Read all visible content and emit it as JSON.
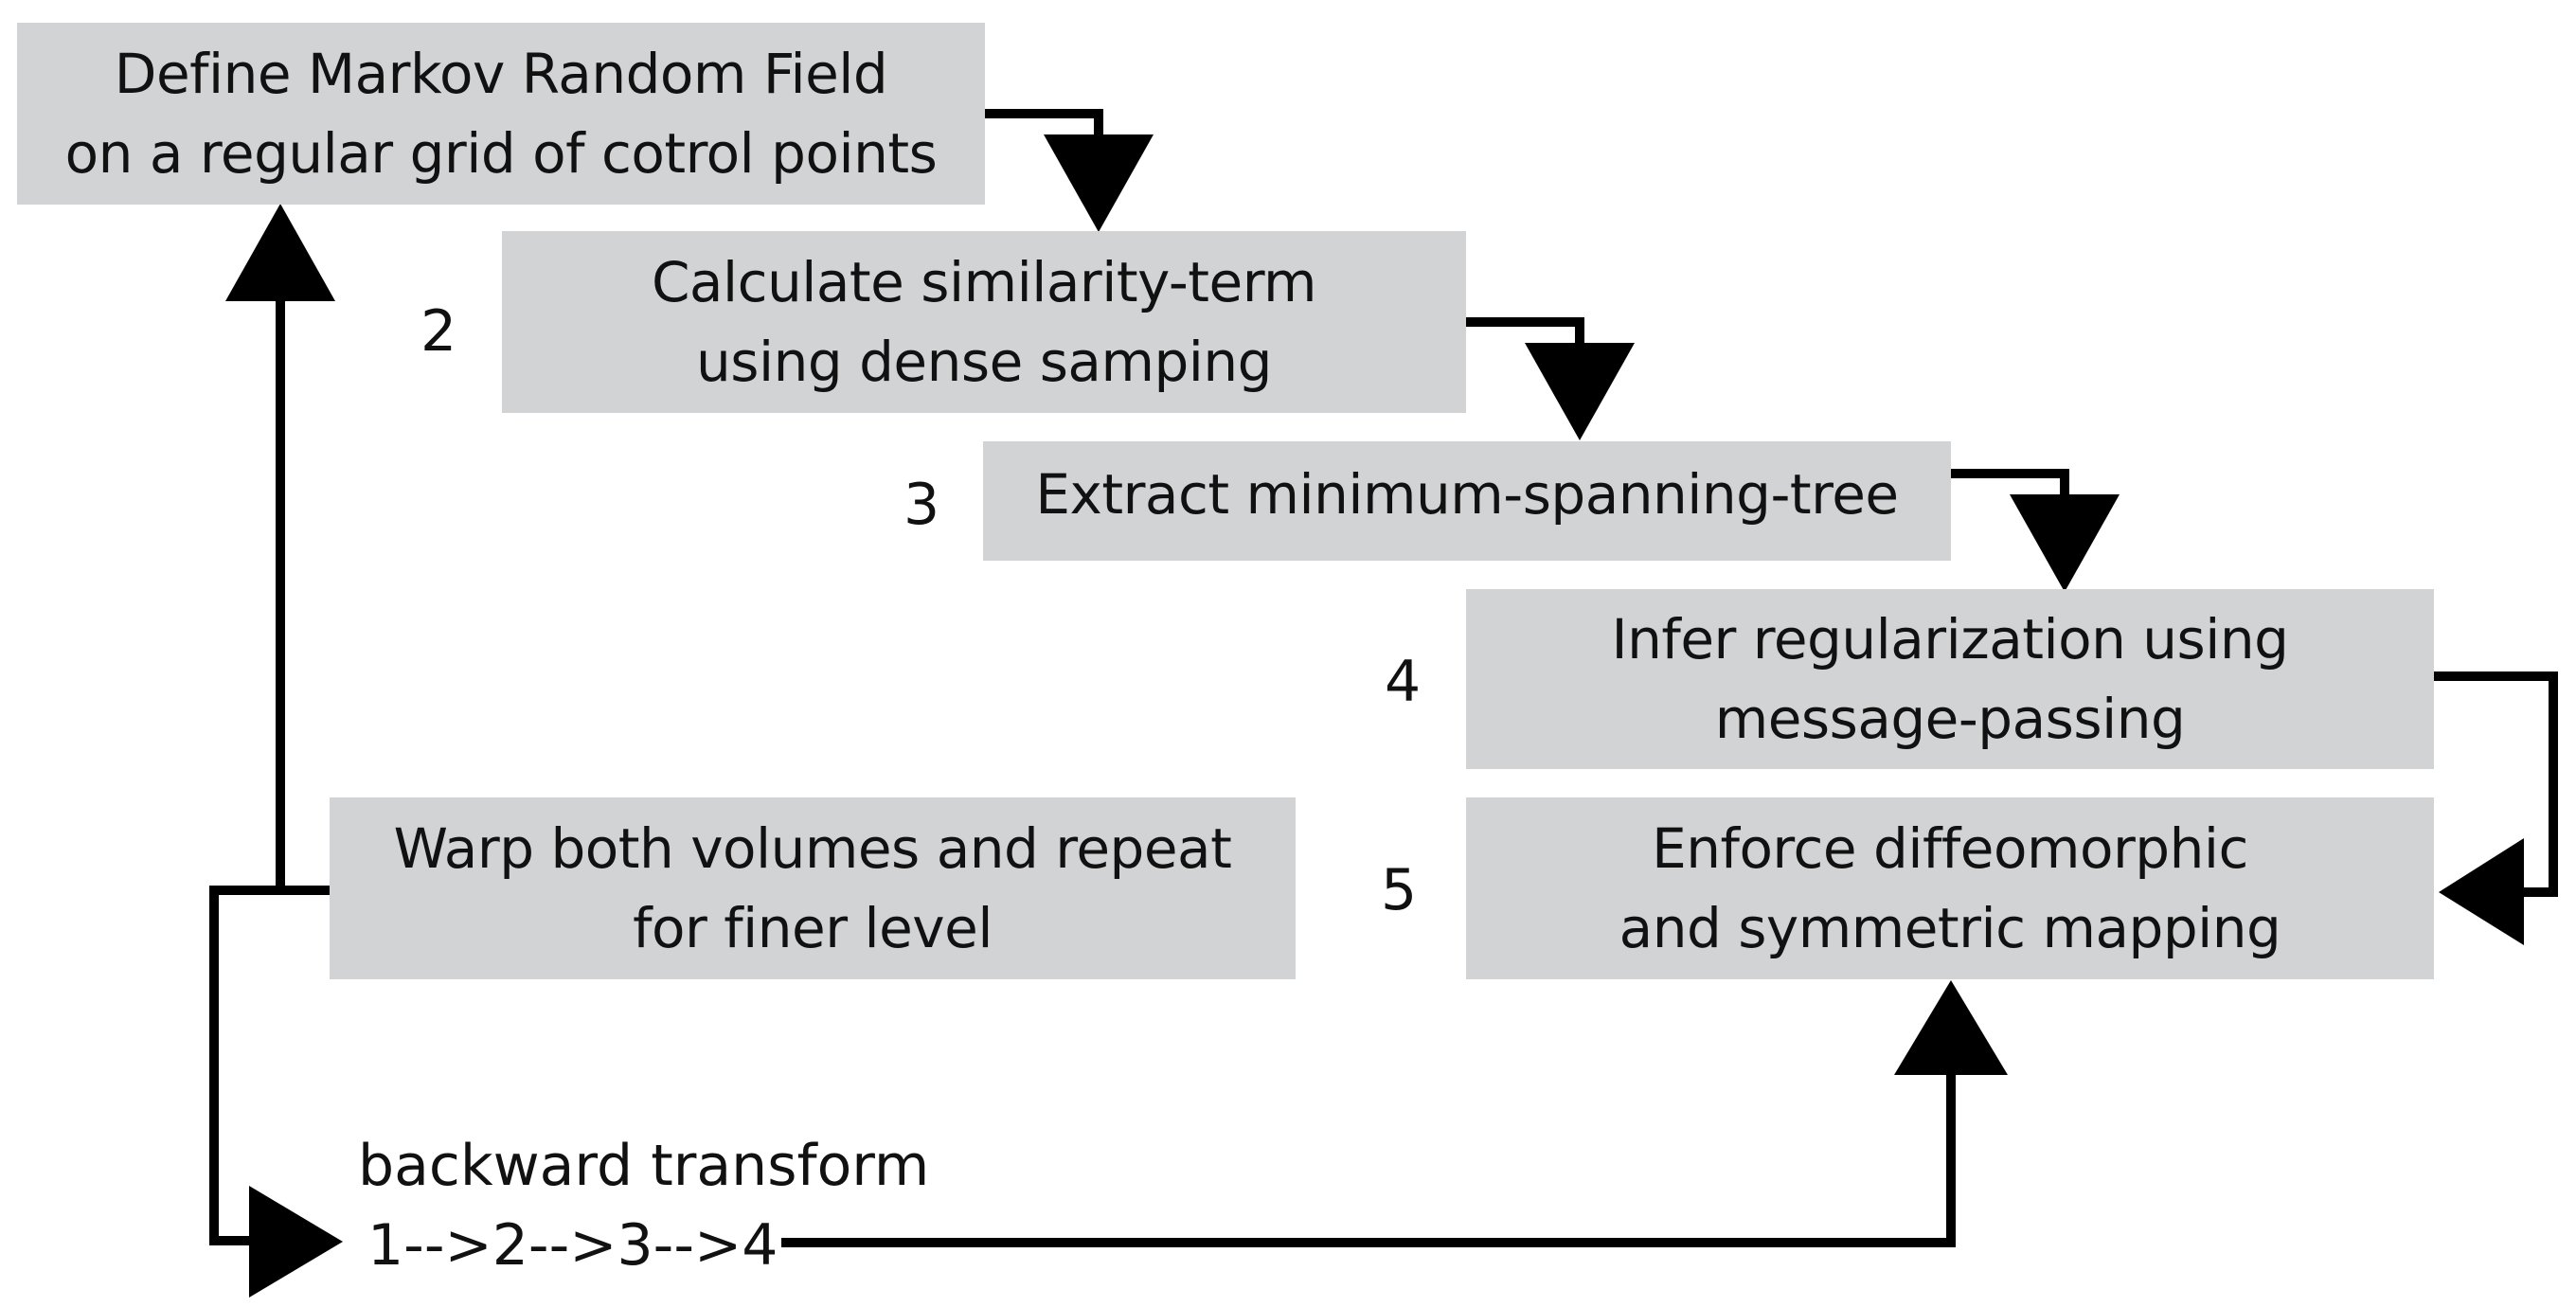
{
  "steps": [
    {
      "id": "define-mrf",
      "number": "",
      "lines": [
        "Define Markov Random Field",
        "on a regular grid of cotrol points"
      ]
    },
    {
      "id": "similarity",
      "number": "2",
      "lines": [
        "Calculate similarity-term",
        "using dense samping"
      ]
    },
    {
      "id": "mst",
      "number": "3",
      "lines": [
        "Extract minimum-spanning-tree"
      ]
    },
    {
      "id": "regularization",
      "number": "4",
      "lines": [
        "Infer regularization using",
        "message-passing"
      ]
    },
    {
      "id": "diffeomorphic",
      "number": "5",
      "lines": [
        "Enforce diffeomorphic",
        "and symmetric mapping"
      ]
    }
  ],
  "warp": {
    "lines": [
      "Warp both volumes and repeat",
      "for finer level"
    ]
  },
  "backward": {
    "title": "backward transform",
    "sequence": "1-->2-->3-->4"
  },
  "colors": {
    "box_fill": "#d2d3d5",
    "line": "#000000"
  }
}
